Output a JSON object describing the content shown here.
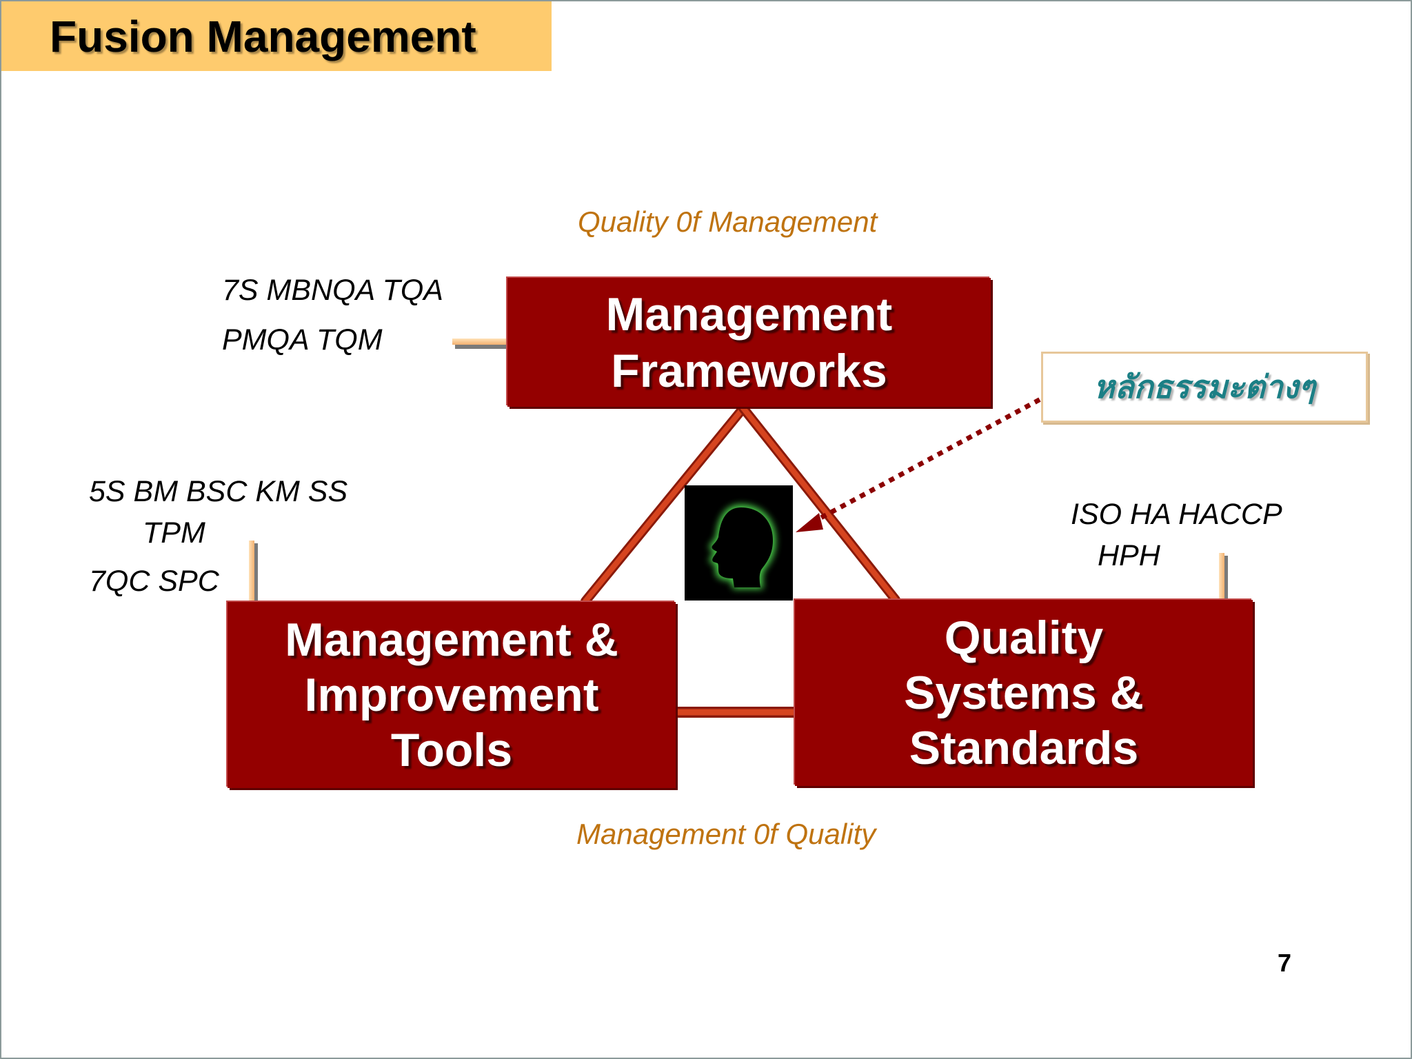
{
  "slide": {
    "title": "Fusion Management",
    "page_number": "7"
  },
  "captions": {
    "top": "Quality 0f  Management",
    "bottom": "Management 0f Quality"
  },
  "boxes": {
    "frameworks": [
      "Management",
      "Frameworks"
    ],
    "tools": [
      "Management &",
      "Improvement",
      "Tools"
    ],
    "standards": [
      "Quality",
      "Systems &",
      "Standards"
    ]
  },
  "tags": {
    "frameworks": [
      "7S   MBNQA  TQA",
      "PMQA   TQM"
    ],
    "tools": [
      "5S  BM  BSC   KM   SS",
      "TPM",
      "7QC  SPC"
    ],
    "standards": [
      "ISO   HA   HACCP",
      "HPH"
    ]
  },
  "callout": {
    "thai": "หลักธรรมะต่างๆ"
  },
  "icons": {
    "center": "human-head-silhouette-icon"
  },
  "colors": {
    "title_band": "#fecb6e",
    "box_fill": "#940000",
    "triangle": "#c8391a",
    "caption": "#bf7310",
    "thai_text": "#1b7f85",
    "dotted_arrow": "#8b0000"
  }
}
